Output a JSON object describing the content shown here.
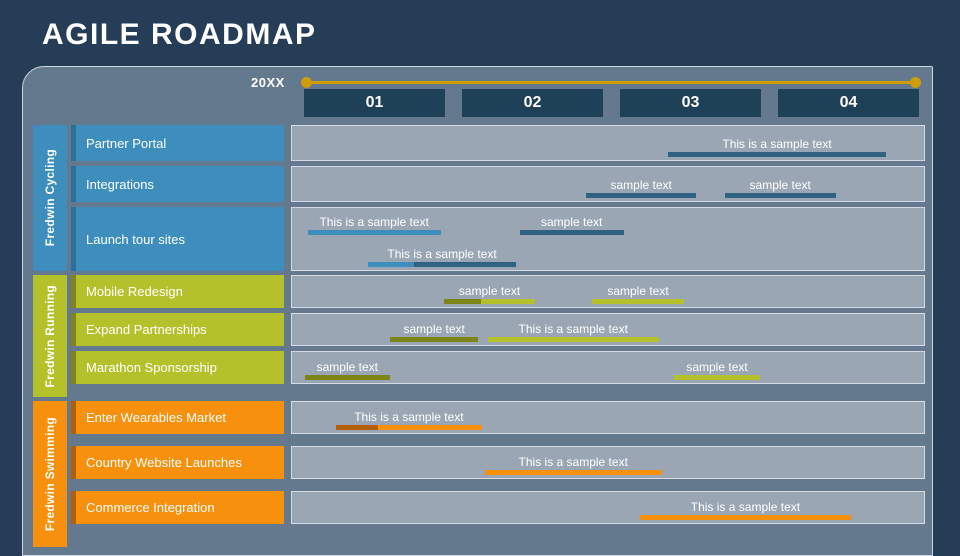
{
  "slide": {
    "title": "AGILE ROADMAP",
    "background_color": "#253d56",
    "panel_color": "#65798e"
  },
  "timeline": {
    "year_label": "20XX",
    "track_color": "#cf9c0a",
    "quarters": [
      "01",
      "02",
      "03",
      "04"
    ]
  },
  "palette": {
    "cycling_light": "#3d8dbd",
    "cycling_dark": "#2b6f9c",
    "cycling_bar_dark": "#2f6281",
    "running_light": "#b5c12b",
    "running_dark": "#7d8418",
    "swimming_light": "#f6900d",
    "swimming_dark": "#b35f06",
    "track_fill": "#9aa6b4",
    "track_border": "#d5dbe1"
  },
  "groups": [
    {
      "name": "Fredwin Cycling",
      "accent_color": "#2b6f9c",
      "label_color": "#3d8dbd",
      "tasks": [
        {
          "label": "Partner Portal",
          "bars": [
            {
              "text": "This is a sample text",
              "left_pct": 59.5,
              "width_pct": 34.5,
              "dark_pct": 0,
              "row": 0,
              "color": "#2f6281",
              "dark_color": "#2f6281"
            }
          ]
        },
        {
          "label": "Integrations",
          "bars": [
            {
              "text": "sample text",
              "left_pct": 46.5,
              "width_pct": 17.5,
              "dark_pct": 0,
              "row": 0,
              "color": "#2f6281",
              "dark_color": "#2f6281"
            },
            {
              "text": "sample text",
              "left_pct": 68.5,
              "width_pct": 17.5,
              "dark_pct": 0,
              "row": 0,
              "color": "#2f6281",
              "dark_color": "#2f6281"
            }
          ]
        },
        {
          "label": "Launch tour sites",
          "bars": [
            {
              "text": "This is a sample text",
              "left_pct": 2.5,
              "width_pct": 21.0,
              "dark_pct": 0,
              "row": 0,
              "color": "#3d8dbd",
              "dark_color": "#3d8dbd"
            },
            {
              "text": "sample text",
              "left_pct": 36.0,
              "width_pct": 16.5,
              "dark_pct": 0,
              "row": 0,
              "color": "#2f6281",
              "dark_color": "#2f6281"
            },
            {
              "text": "This is a sample text",
              "left_pct": 12.0,
              "width_pct": 23.5,
              "dark_pct": 31,
              "row": 1,
              "color": "#2f6281",
              "dark_color": "#3d8dbd"
            }
          ]
        }
      ]
    },
    {
      "name": "Fredwin Running",
      "accent_color": "#7d8418",
      "label_color": "#b5c12b",
      "tasks": [
        {
          "label": "Mobile Redesign",
          "bars": [
            {
              "text": "sample text",
              "left_pct": 24.0,
              "width_pct": 14.5,
              "dark_pct": 41,
              "row": 0,
              "color": "#b5c12b",
              "dark_color": "#7d8418"
            },
            {
              "text": "sample text",
              "left_pct": 47.5,
              "width_pct": 14.5,
              "dark_pct": 0,
              "row": 0,
              "color": "#b5c12b",
              "dark_color": "#b5c12b"
            }
          ]
        },
        {
          "label": "Expand Partnerships",
          "bars": [
            {
              "text": "sample text",
              "left_pct": 15.5,
              "width_pct": 14.0,
              "dark_pct": 100,
              "row": 0,
              "color": "#7d8418",
              "dark_color": "#7d8418"
            },
            {
              "text": "This is a sample text",
              "left_pct": 31.0,
              "width_pct": 27.0,
              "dark_pct": 0,
              "row": 0,
              "color": "#b5c12b",
              "dark_color": "#b5c12b"
            }
          ]
        },
        {
          "label": "Marathon Sponsorship",
          "bars": [
            {
              "text": "sample text",
              "left_pct": 2.0,
              "width_pct": 13.5,
              "dark_pct": 100,
              "row": 0,
              "color": "#7d8418",
              "dark_color": "#7d8418"
            },
            {
              "text": "sample text",
              "left_pct": 60.5,
              "width_pct": 13.5,
              "dark_pct": 0,
              "row": 0,
              "color": "#b5c12b",
              "dark_color": "#b5c12b"
            }
          ]
        }
      ]
    },
    {
      "name": "Fredwin Swimming",
      "accent_color": "#b35f06",
      "label_color": "#f6900d",
      "tasks": [
        {
          "label": "Enter Wearables Market",
          "bars": [
            {
              "text": "This is a sample text",
              "left_pct": 7.0,
              "width_pct": 23.0,
              "dark_pct": 29,
              "row": 0,
              "color": "#f6900d",
              "dark_color": "#b35f06"
            }
          ]
        },
        {
          "label": "Country Website Launches",
          "bars": [
            {
              "text": "This is a sample text",
              "left_pct": 30.5,
              "width_pct": 28.0,
              "dark_pct": 0,
              "row": 0,
              "color": "#f6900d",
              "dark_color": "#f6900d"
            }
          ]
        },
        {
          "label": "Commerce Integration",
          "bars": [
            {
              "text": "This is a sample text",
              "left_pct": 55.0,
              "width_pct": 33.5,
              "dark_pct": 0,
              "row": 0,
              "color": "#f6900d",
              "dark_color": "#f6900d"
            }
          ]
        }
      ]
    }
  ]
}
